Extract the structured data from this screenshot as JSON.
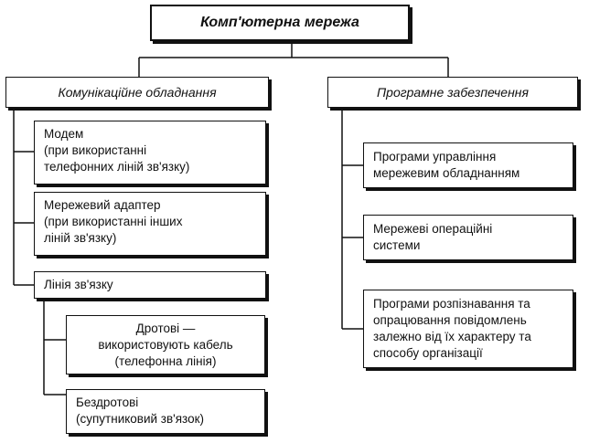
{
  "diagram": {
    "root": "Комп'ютерна мережа",
    "left_category": "Комунікаційне обладнання",
    "right_category": "Програмне забезпечення",
    "modem": {
      "line1": "Модем",
      "line2": "(при використанні",
      "line3": "телефонних ліній зв'язку)"
    },
    "adapter": {
      "line1": "Мережевий адаптер",
      "line2": "(при використанні інших",
      "line3": "ліній зв'язку)"
    },
    "link": {
      "label": "Лінія зв'язку"
    },
    "wired": {
      "line1": "Дротові —",
      "line2": "використовують кабель",
      "line3": "(телефонна лінія)"
    },
    "wireless": {
      "line1": "Бездротові",
      "line2": "(супутниковий зв'язок)"
    },
    "sw_mgmt": {
      "line1": "Програми управління",
      "line2": "мережевим обладнанням"
    },
    "sw_os": {
      "line1": "Мережеві операційні",
      "line2": "системи"
    },
    "sw_msg": {
      "line1": "Програми розпізнавання та",
      "line2": "опрацювання повідомлень",
      "line3": "залежно від їх характеру та",
      "line4": "способу організації"
    }
  }
}
